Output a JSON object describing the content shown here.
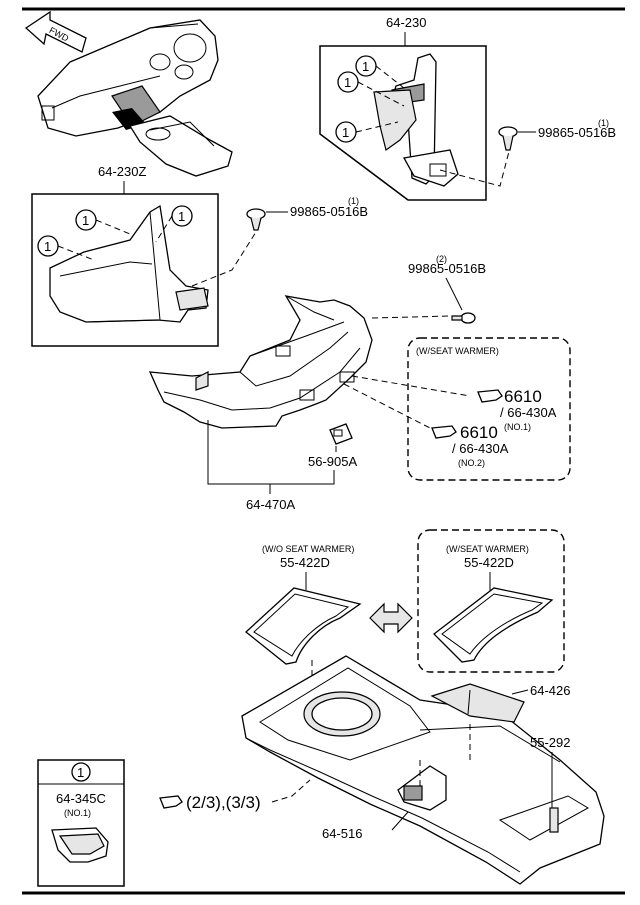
{
  "fwd": "FWD",
  "callouts": {
    "p64_230": "64-230",
    "p64_230z": "64-230Z",
    "clip_1": "99865-0516B",
    "clip_1_qty": "(1)",
    "clip_2": "99865-0516B",
    "clip_2_qty": "(1)",
    "clip_3": "99865-0516B",
    "clip_3_qty": "(2)",
    "p56_905a": "56-905A",
    "p64_470a": "64-470A",
    "p55_422d_a": "55-422D",
    "p55_422d_b": "55-422D",
    "p64_426": "64-426",
    "p55_292": "55-292",
    "p64_516": "64-516"
  },
  "markers": {
    "one": "1"
  },
  "seat_warmer_box": {
    "title": "(W/SEAT WARMER)",
    "ref1": {
      "num": "6610",
      "part": "/ 66-430A",
      "note": "(NO.1)"
    },
    "ref2": {
      "num": "6610",
      "part": "/ 66-430A",
      "note": "(NO.2)"
    }
  },
  "wo_seat_warmer": "(W/O SEAT WARMER)",
  "w_seat_warmer": "(W/SEAT WARMER)",
  "page_ref": "(2/3),(3/3)",
  "legend": {
    "marker": "1",
    "part": "64-345C",
    "note": "(NO.1)"
  }
}
